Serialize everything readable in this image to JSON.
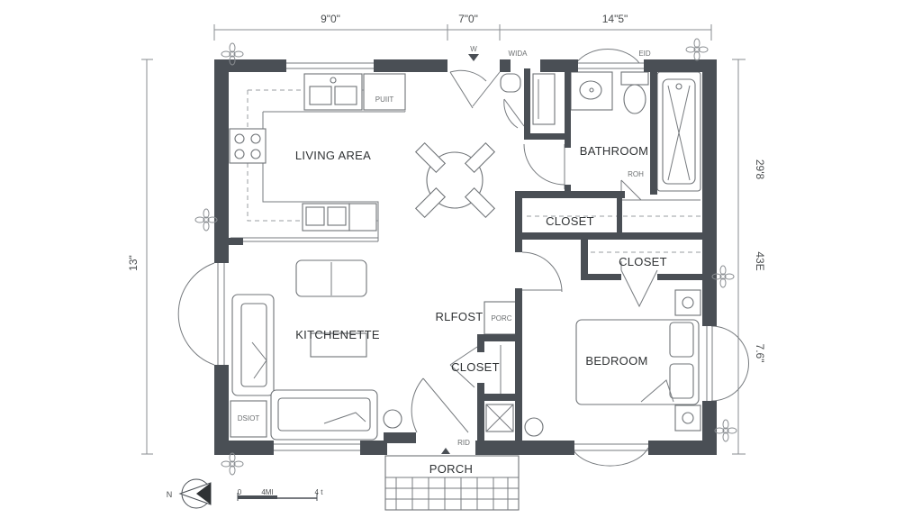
{
  "dimensions": {
    "top_left": "9\"0\"",
    "top_middle": "7\"0\"",
    "top_right": "14\"5\"",
    "left": "13\"",
    "right_top": "29'8",
    "right_middle": "43E",
    "right_bottom": "7.6\""
  },
  "rooms": {
    "living_area": "LIVING AREA",
    "kitchenette": "KITCHENETTE",
    "bathroom": "BATHROOM",
    "closet_top": "CLOSET",
    "closet_right": "CLOSET",
    "closet_small": "CLOSET",
    "bedroom": "BEDROOM",
    "porch": "PORCH",
    "rlfost": "RLFOST"
  },
  "small_labels": {
    "w": "W",
    "wida": "WIDA",
    "eid": "EID",
    "puit": "PUIIT",
    "roh": "ROH",
    "porc": "PORC",
    "dsiot": "DSIOT",
    "rid": "RID"
  },
  "scale": {
    "north": "N",
    "start": "0",
    "mid": "4MI",
    "end": "4 t"
  }
}
